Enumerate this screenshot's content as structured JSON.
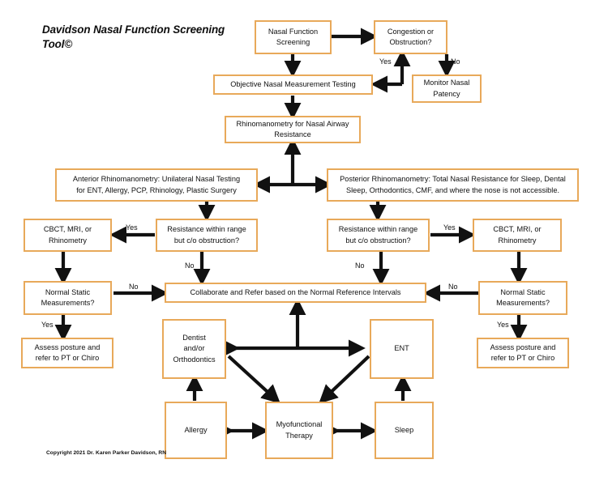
{
  "diagram": {
    "title": "Davidson Nasal Function Screening Tool©",
    "copyright": "Copyright 2021 Dr. Karen Parker Davidson, RN",
    "accent_color": "#E8A95A",
    "arrow_color": "#111111",
    "background": "#FFFFFF"
  },
  "nodes": {
    "nasal_function_screening": "Nasal Function Screening",
    "congestion_or_obstruction": "Congestion or Obstruction?",
    "monitor_nasal_patency": "Monitor Nasal Patency",
    "objective_testing": "Objective Nasal Measurement Testing",
    "rhinomanometry": "Rhinomanometry for Nasal Airway Resistance",
    "anterior_rhinomanometry": "Anterior Rhinomanometry: Unilateral Nasal Testing for ENT, Allergy, PCP, Rhinology, Plastic Surgery",
    "posterior_rhinomanometry": "Posterior Rhinomanometry: Total Nasal Resistance for Sleep, Dental Sleep, Orthodontics, CMF, and where the nose is not accessible.",
    "resistance_left": "Resistance within range but c/o obstruction?",
    "resistance_right": "Resistance within range but c/o obstruction?",
    "cbct_left": "CBCT, MRI, or Rhinometry",
    "cbct_right": "CBCT, MRI, or Rhinometry",
    "normal_static_left": "Normal Static Measurements?",
    "normal_static_right": "Normal Static Measurements?",
    "collaborate": "Collaborate and Refer based on the Normal Reference Intervals",
    "assess_posture_left": "Assess posture and refer to PT or Chiro",
    "assess_posture_right": "Assess posture and refer to PT or Chiro",
    "dentist": "Dentist and/or Orthodontics",
    "ent": "ENT",
    "allergy": "Allergy",
    "myofunctional_therapy": "Myofunctional Therapy",
    "sleep": "Sleep"
  },
  "node_lines": {
    "nasal_function_screening": [
      "Nasal Function",
      "Screening"
    ],
    "congestion_or_obstruction": [
      "Congestion or",
      "Obstruction?"
    ],
    "monitor_nasal_patency": [
      "Monitor Nasal",
      "Patency"
    ],
    "objective_testing": [
      "Objective Nasal Measurement Testing"
    ],
    "rhinomanometry": [
      "Rhinomanometry for Nasal Airway",
      "Resistance"
    ],
    "anterior_rhinomanometry": [
      "Anterior Rhinomanometry: Unilateral Nasal Testing",
      "for ENT, Allergy, PCP, Rhinology, Plastic Surgery"
    ],
    "posterior_rhinomanometry": [
      "Posterior Rhinomanometry: Total Nasal Resistance for Sleep, Dental",
      "Sleep, Orthodontics, CMF, and where the nose is not accessible."
    ],
    "resistance_left": [
      "Resistance within range",
      "but c/o obstruction?"
    ],
    "resistance_right": [
      "Resistance within range",
      "but c/o obstruction?"
    ],
    "cbct_left": [
      "CBCT, MRI, or",
      "Rhinometry"
    ],
    "cbct_right": [
      "CBCT, MRI, or",
      "Rhinometry"
    ],
    "normal_static_left": [
      "Normal Static",
      "Measurements?"
    ],
    "normal_static_right": [
      "Normal Static",
      "Measurements?"
    ],
    "collaborate": [
      "Collaborate and Refer based on the Normal Reference Intervals"
    ],
    "assess_posture_left": [
      "Assess posture and",
      "refer to PT or Chiro"
    ],
    "assess_posture_right": [
      "Assess posture and",
      "refer to PT or Chiro"
    ],
    "dentist": [
      "Dentist",
      "and/or",
      "Orthodontics"
    ],
    "ent": [
      "ENT"
    ],
    "allergy": [
      "Allergy"
    ],
    "myofunctional_therapy": [
      "Myofunctional",
      "Therapy"
    ],
    "sleep": [
      "Sleep"
    ]
  },
  "edge_labels": {
    "yes_congestion": "Yes",
    "no_congestion": "No",
    "yes_left": "Yes",
    "no_left": "No",
    "yes_right": "Yes",
    "no_right": "No",
    "no_static_left": "No",
    "no_static_right": "No",
    "yes_static_left": "Yes",
    "yes_static_right": "Yes"
  }
}
